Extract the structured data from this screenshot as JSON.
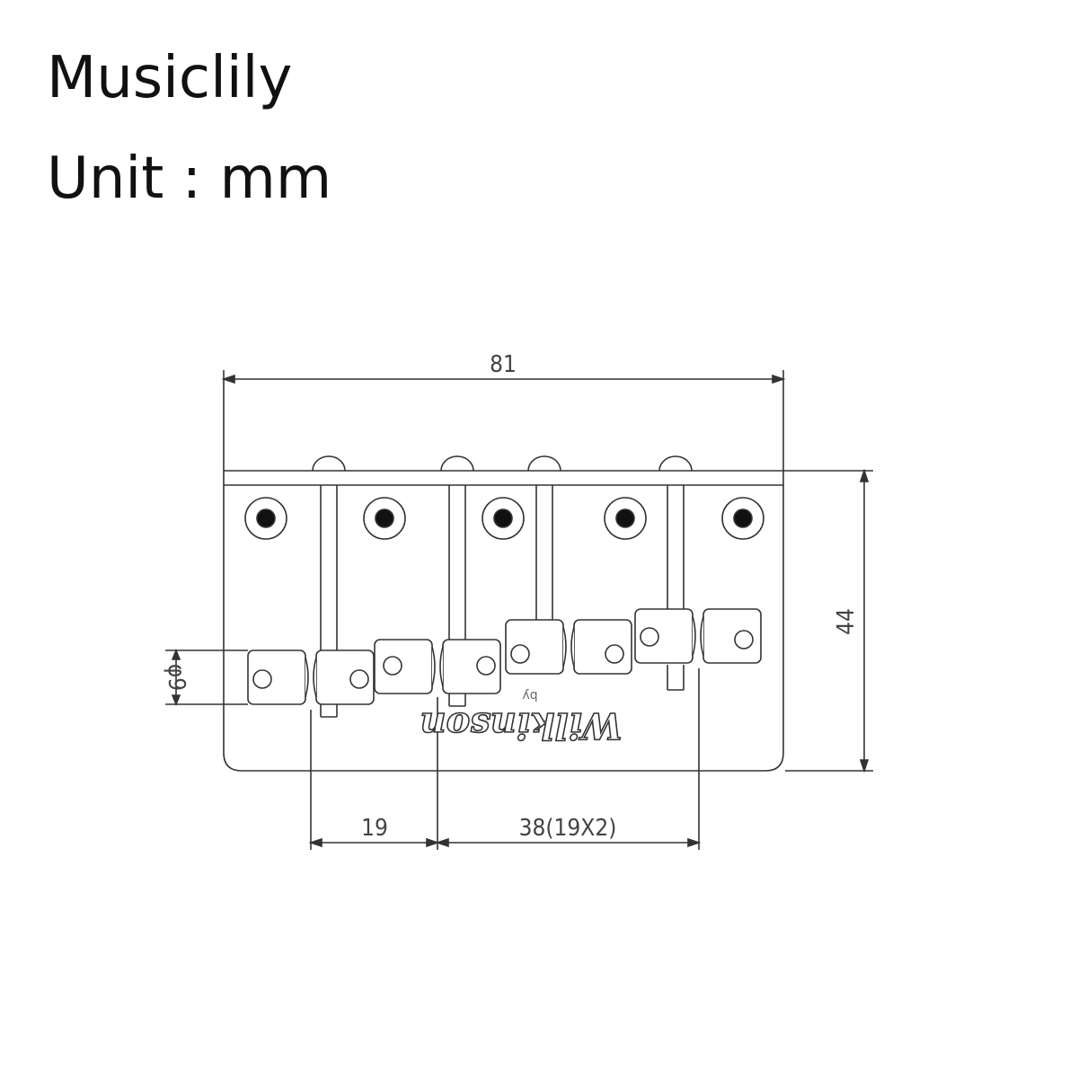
{
  "header": {
    "brand": "Musiclily",
    "unit_label": "Unit : mm"
  },
  "dimensions": {
    "overall_width": "81",
    "overall_height": "44",
    "saddle_diameter": "φ9",
    "string_spacing": "19",
    "outer_spacing": "38(19X2)"
  },
  "logo": {
    "text": "Wilkinson",
    "sub": "by"
  },
  "colors": {
    "line": "#333333",
    "dimension_text": "#444444",
    "hole_fill": "#111111"
  }
}
